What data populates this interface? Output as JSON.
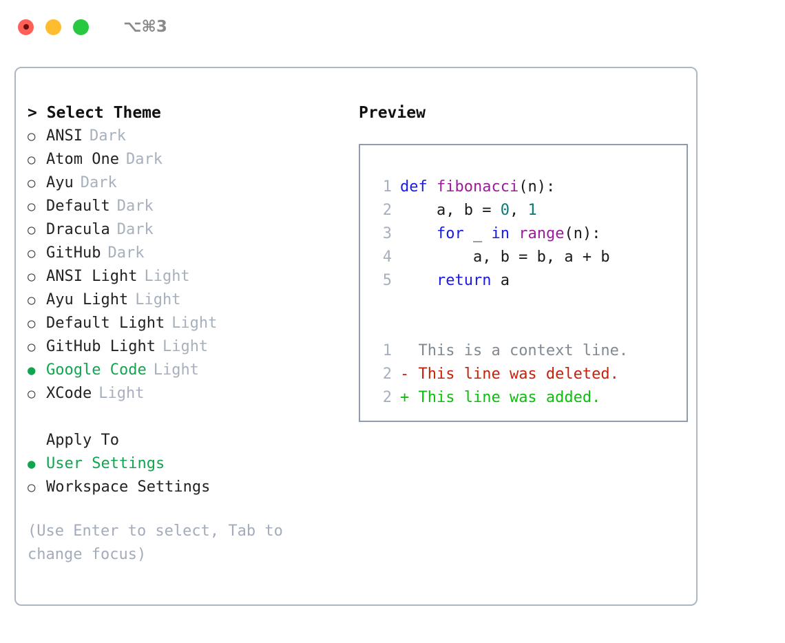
{
  "titlebar": {
    "shortcut": "⌥⌘3",
    "buttons": [
      {
        "name": "close",
        "color": "#ff5f57"
      },
      {
        "name": "minimize",
        "color": "#febc2e"
      },
      {
        "name": "maximize",
        "color": "#28c840"
      }
    ]
  },
  "theme_picker": {
    "header": "> Select Theme",
    "prompt": "> ",
    "selected_theme": "Google Code",
    "markers": {
      "selected": "●",
      "unselected": "○"
    },
    "accent_color": "#12a550",
    "themes": [
      {
        "label": "ANSI",
        "variant": "Dark",
        "selected": false
      },
      {
        "label": "Atom One",
        "variant": "Dark",
        "selected": false
      },
      {
        "label": "Ayu",
        "variant": "Dark",
        "selected": false
      },
      {
        "label": "Default",
        "variant": "Dark",
        "selected": false
      },
      {
        "label": "Dracula",
        "variant": "Dark",
        "selected": false
      },
      {
        "label": "GitHub",
        "variant": "Dark",
        "selected": false
      },
      {
        "label": "ANSI Light",
        "variant": "Light",
        "selected": false
      },
      {
        "label": "Ayu Light",
        "variant": "Light",
        "selected": false
      },
      {
        "label": "Default Light",
        "variant": "Light",
        "selected": false
      },
      {
        "label": "GitHub Light",
        "variant": "Light",
        "selected": false
      },
      {
        "label": "Google Code",
        "variant": "Light",
        "selected": true
      },
      {
        "label": "XCode",
        "variant": "Light",
        "selected": false
      }
    ]
  },
  "apply_to": {
    "header": "Apply To",
    "selected_option": "User Settings",
    "options": [
      {
        "label": "User Settings",
        "selected": true
      },
      {
        "label": "Workspace Settings",
        "selected": false
      }
    ]
  },
  "hint": "(Use Enter to select, Tab to change focus)",
  "preview": {
    "title": "Preview",
    "code_lines": [
      {
        "number": "1",
        "tokens": [
          {
            "text": "def ",
            "type": "keyword"
          },
          {
            "text": "fibonacci",
            "type": "function"
          },
          {
            "text": "(n):",
            "type": "plain"
          }
        ]
      },
      {
        "number": "2",
        "tokens": [
          {
            "text": "    a, b = ",
            "type": "plain"
          },
          {
            "text": "0",
            "type": "number"
          },
          {
            "text": ", ",
            "type": "plain"
          },
          {
            "text": "1",
            "type": "number"
          }
        ]
      },
      {
        "number": "3",
        "tokens": [
          {
            "text": "    ",
            "type": "plain"
          },
          {
            "text": "for",
            "type": "keyword"
          },
          {
            "text": " _ ",
            "type": "plain"
          },
          {
            "text": "in",
            "type": "keyword"
          },
          {
            "text": " ",
            "type": "plain"
          },
          {
            "text": "range",
            "type": "function"
          },
          {
            "text": "(n):",
            "type": "plain"
          }
        ]
      },
      {
        "number": "4",
        "tokens": [
          {
            "text": "        a, b = b, a + b",
            "type": "plain"
          }
        ]
      },
      {
        "number": "5",
        "tokens": [
          {
            "text": "    ",
            "type": "plain"
          },
          {
            "text": "return",
            "type": "keyword"
          },
          {
            "text": " a",
            "type": "plain"
          }
        ]
      }
    ],
    "diff_lines": [
      {
        "number": "1",
        "sign": " ",
        "text": " This is a context line.",
        "type": "context"
      },
      {
        "number": "2",
        "sign": "-",
        "text": " This line was deleted.",
        "type": "deleted"
      },
      {
        "number": "2",
        "sign": "+",
        "text": " This line was added.",
        "type": "added"
      }
    ]
  },
  "colors": {
    "keyword": "#1a1ae6",
    "function": "#9c1a9c",
    "number": "#0b7a74",
    "plain": "#1a1a1a",
    "line_number": "#a6b0be",
    "diff_context": "#808a92",
    "diff_deleted": "#c8210a",
    "diff_added": "#0ac00a",
    "muted": "#a7b0bd",
    "border": "#aeb6c2",
    "preview_border": "#8f9bae"
  }
}
